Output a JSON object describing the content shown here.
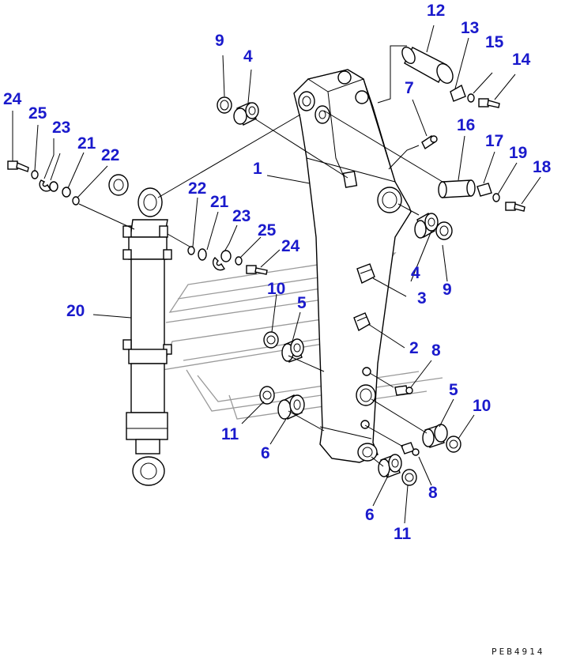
{
  "document_id": "PEB4914",
  "callouts": [
    {
      "id": "c12a",
      "text": "12"
    },
    {
      "id": "c13a",
      "text": "13"
    },
    {
      "id": "c15a",
      "text": "15"
    },
    {
      "id": "c14a",
      "text": "14"
    },
    {
      "id": "c9a",
      "text": "9"
    },
    {
      "id": "c4a",
      "text": "4"
    },
    {
      "id": "c7a",
      "text": "7"
    },
    {
      "id": "c24a",
      "text": "24"
    },
    {
      "id": "c25a",
      "text": "25"
    },
    {
      "id": "c23a",
      "text": "23"
    },
    {
      "id": "c21a",
      "text": "21"
    },
    {
      "id": "c22a",
      "text": "22"
    },
    {
      "id": "c16a",
      "text": "16"
    },
    {
      "id": "c17a",
      "text": "17"
    },
    {
      "id": "c19a",
      "text": "19"
    },
    {
      "id": "c18a",
      "text": "18"
    },
    {
      "id": "c1a",
      "text": "1"
    },
    {
      "id": "c22b",
      "text": "22"
    },
    {
      "id": "c21b",
      "text": "21"
    },
    {
      "id": "c23b",
      "text": "23"
    },
    {
      "id": "c25b",
      "text": "25"
    },
    {
      "id": "c24b",
      "text": "24"
    },
    {
      "id": "c9b",
      "text": "9"
    },
    {
      "id": "c4b",
      "text": "4"
    },
    {
      "id": "c3a",
      "text": "3"
    },
    {
      "id": "c20a",
      "text": "20"
    },
    {
      "id": "c10a",
      "text": "10"
    },
    {
      "id": "c5a",
      "text": "5"
    },
    {
      "id": "c2a",
      "text": "2"
    },
    {
      "id": "c8a",
      "text": "8"
    },
    {
      "id": "c5b",
      "text": "5"
    },
    {
      "id": "c10b",
      "text": "10"
    },
    {
      "id": "c11a",
      "text": "11"
    },
    {
      "id": "c6a",
      "text": "6"
    },
    {
      "id": "c8b",
      "text": "8"
    },
    {
      "id": "c6b",
      "text": "6"
    },
    {
      "id": "c11b",
      "text": "11"
    }
  ]
}
